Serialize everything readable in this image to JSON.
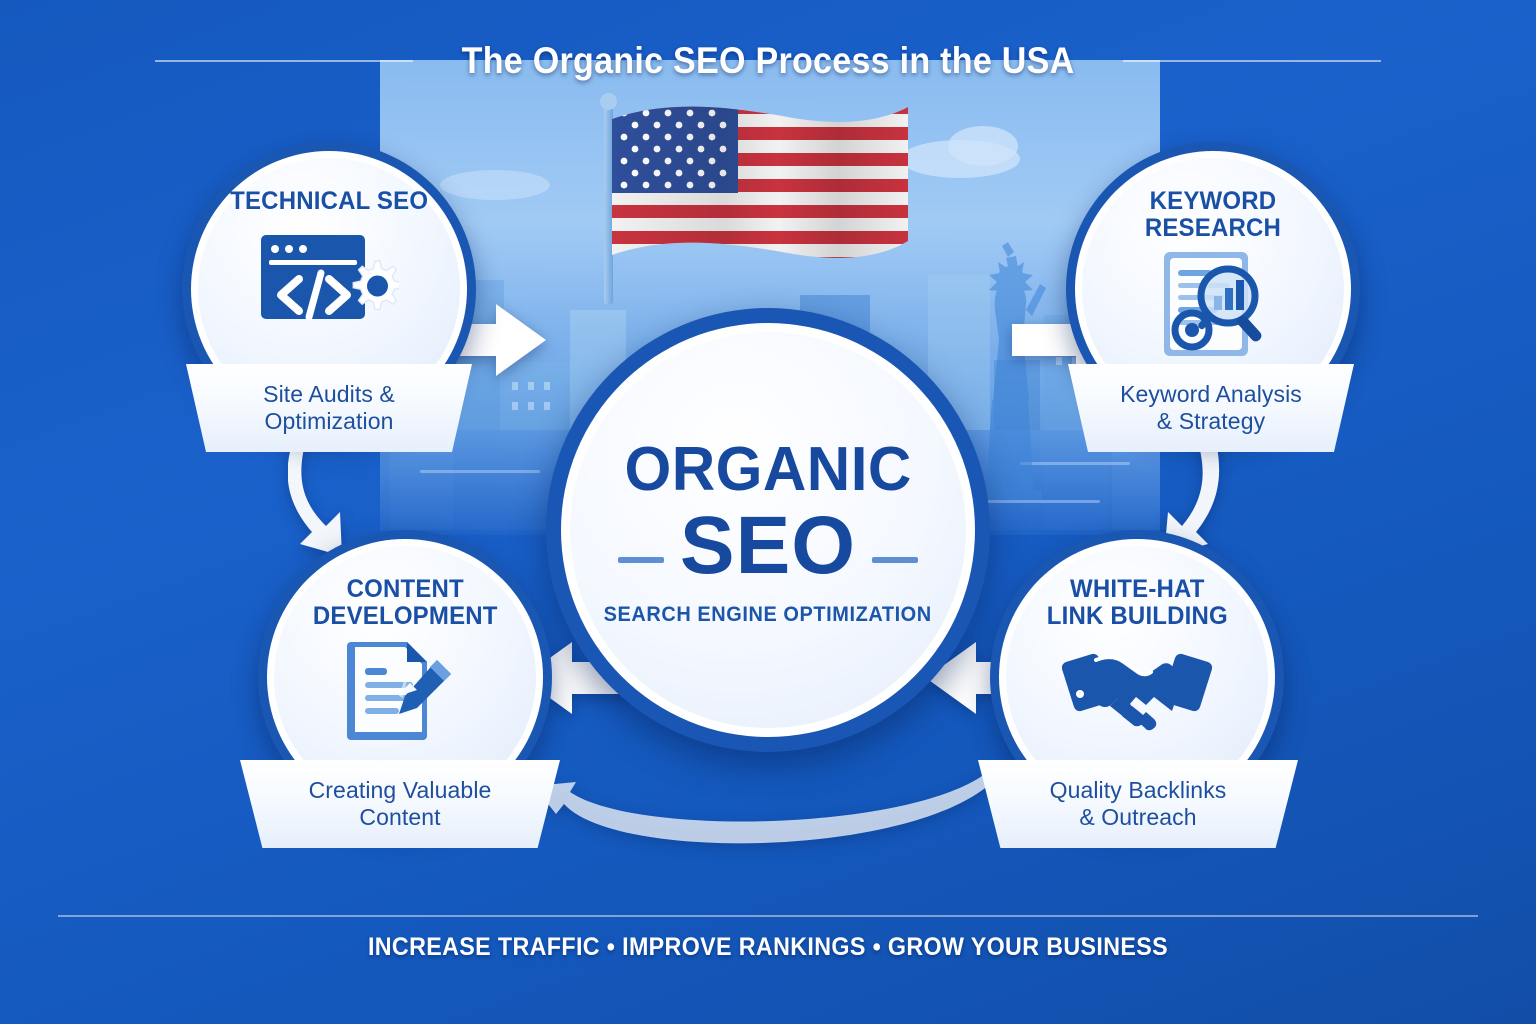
{
  "header": {
    "title": "The Organic SEO Process in the USA"
  },
  "center": {
    "line1": "ORGANIC",
    "line2": "SEO",
    "subtitle": "SEARCH ENGINE OPTIMIZATION"
  },
  "steps": [
    {
      "id": "technical-seo",
      "title": "TECHNICAL SEO",
      "banner": "Site Audits & Optimization",
      "banner_line1": "Site Audits &",
      "banner_line2": "Optimization",
      "icon": "browser-code-gear-icon"
    },
    {
      "id": "keyword-research",
      "title": "KEYWORD RESEARCH",
      "title_line1": "KEYWORD",
      "title_line2": "RESEARCH",
      "banner": "Keyword Analysis & Strategy",
      "banner_line1": "Keyword Analysis",
      "banner_line2": "& Strategy",
      "icon": "document-magnifier-chart-icon"
    },
    {
      "id": "content-development",
      "title": "CONTENT DEVELOPMENT",
      "title_line1": "CONTENT",
      "title_line2": "DEVELOPMENT",
      "banner": "Creating Valuable Content",
      "banner_line1": "Creating Valuable",
      "banner_line2": "Content",
      "icon": "document-pencil-icon"
    },
    {
      "id": "white-hat-link-building",
      "title": "WHITE-HAT LINK BUILDING",
      "title_line1": "WHITE-HAT",
      "title_line2": "LINK BUILDING",
      "banner": "Quality Backlinks & Outreach",
      "banner_line1": "Quality Backlinks",
      "banner_line2": "& Outreach",
      "icon": "handshake-icon"
    }
  ],
  "footer": {
    "text": "INCREASE TRAFFIC  •  IMPROVE RANKINGS  •  GROW YOUR BUSINESS"
  },
  "background": {
    "flag": "us-flag-icon",
    "landmark": "statue-of-liberty-icon",
    "scenery": "city-skyline"
  },
  "colors": {
    "background_blue": "#1559bf",
    "deep_blue": "#124ea8",
    "node_ring": "#1a57b2",
    "title_text": "#ffffff",
    "heading_navy": "#1a4fa6",
    "center_navy": "#17499e",
    "banner_text": "#1d4f9e",
    "flag_red": "#c8333f",
    "flag_blue": "#2f4f9b"
  }
}
